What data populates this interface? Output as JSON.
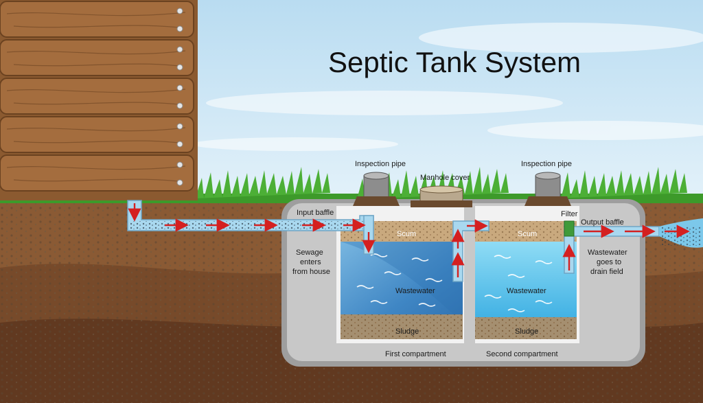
{
  "title": "Septic Tank System",
  "labels": {
    "inspection_pipe_left": "Inspection pipe",
    "manhole_cover": "Manhole cover",
    "inspection_pipe_right": "Inspection pipe",
    "input_baffle": "Input baffle",
    "filter": "Filter",
    "output_baffle": "Output baffle",
    "scum_left": "Scum",
    "scum_right": "Scum",
    "wastewater_left": "Wastewater",
    "wastewater_right": "Wastewater",
    "sludge_left": "Sludge",
    "sludge_right": "Sludge",
    "sewage_line1": "Sewage",
    "sewage_line2": "enters",
    "sewage_line3": "from house",
    "drain_line1": "Wastewater",
    "drain_line2": "goes to",
    "drain_line3": "drain field",
    "first_compartment": "First compartment",
    "second_compartment": "Second compartment"
  },
  "colors": {
    "sky": "#cfe6f4",
    "soil_top": "#8a5a34",
    "soil_mid": "#6f4326",
    "soil_deep": "#5a3320",
    "grass": "#3d9a2a",
    "tank": "#c8c8c8",
    "water_left": "#3f86c4",
    "water_right": "#5ec2ea",
    "sludge": "#a58f70",
    "scum": "#c9a97e",
    "wood": "#a46d3e",
    "arrow": "#d42020"
  }
}
